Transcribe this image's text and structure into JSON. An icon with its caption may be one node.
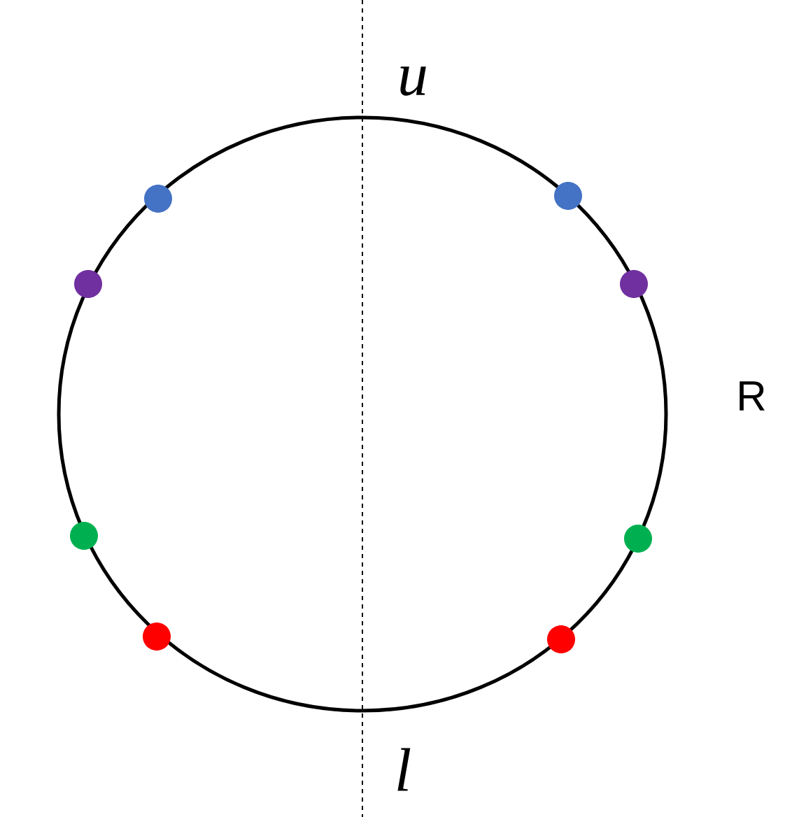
{
  "diagram": {
    "labels": [
      "u",
      "R",
      "l"
    ]
  }
}
